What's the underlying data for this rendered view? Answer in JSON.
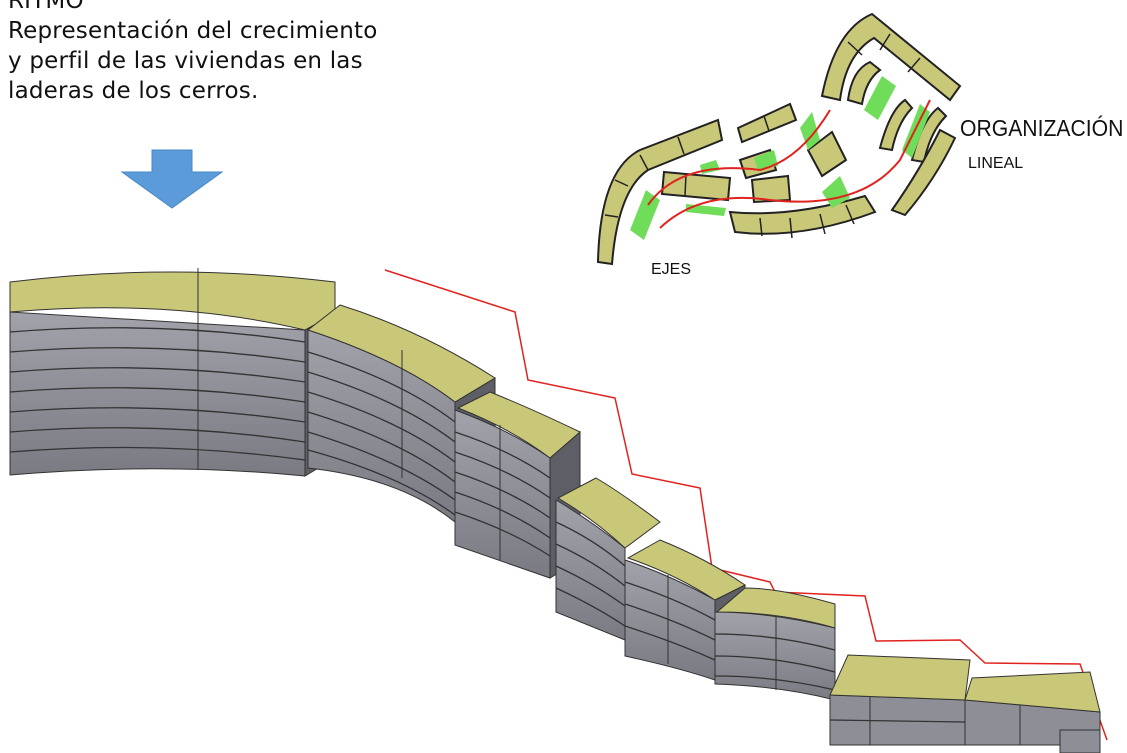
{
  "heading": {
    "line1": "RITMO",
    "line2": "Representación del crecimiento",
    "line3": "y perfil de las viviendas en las",
    "line4": "laderas de los cerros."
  },
  "plan": {
    "label_organizacion": "ORGANIZACIÓN",
    "label_lineal": "LINEAL",
    "label_ejes": "EJES"
  },
  "colors": {
    "roof": "#c9c778",
    "wall": "#8e8e96",
    "wall_dark": "#5e5e66",
    "green": "#6fdc5a",
    "axis_line": "#e0231e",
    "arrow": "#5b9bd9"
  },
  "icons": [
    "down-arrow-icon"
  ]
}
